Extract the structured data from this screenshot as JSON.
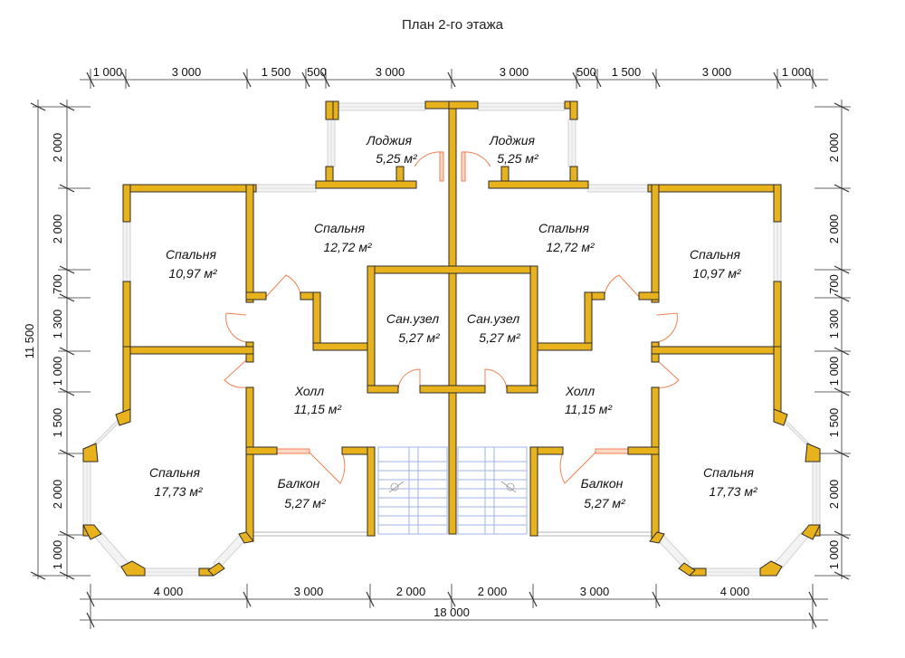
{
  "title": "План 2-го этажа",
  "dims_top": [
    "1 000",
    "3 000",
    "1 500",
    "500",
    "3 000",
    "3 000",
    "500",
    "1 500",
    "3 000",
    "1 000"
  ],
  "dims_bottom": [
    "4 000",
    "3 000",
    "2 000",
    "2 000",
    "3 000",
    "4 000"
  ],
  "dim_total_bottom": "18 000",
  "dims_left": [
    "2 000",
    "2 000",
    "700",
    "1 300",
    "1 000",
    "1 500",
    "2 000",
    "1 000"
  ],
  "dim_total_left": "11 500",
  "dims_right": [
    "2 000",
    "2 000",
    "700",
    "1 300",
    "1 000",
    "1 500",
    "2 000",
    "1 000"
  ],
  "rooms": {
    "loggia_left": {
      "name": "Лоджия",
      "area": "5,25 м²"
    },
    "loggia_right": {
      "name": "Лоджия",
      "area": "5,25 м²"
    },
    "bed_center_left": {
      "name": "Спальня",
      "area": "12,72 м²"
    },
    "bed_center_right": {
      "name": "Спальня",
      "area": "12,72 м²"
    },
    "bed_small_left": {
      "name": "Спальня",
      "area": "10,97 м²"
    },
    "bed_small_right": {
      "name": "Спальня",
      "area": "10,97 м²"
    },
    "bath_left": {
      "name": "Сан.узел",
      "area": "5,27 м²"
    },
    "bath_right": {
      "name": "Сан.узел",
      "area": "5,27 м²"
    },
    "hall_left": {
      "name": "Холл",
      "area": "11,15 м²"
    },
    "hall_right": {
      "name": "Холл",
      "area": "11,15 м²"
    },
    "balcony_left": {
      "name": "Балкон",
      "area": "5,27 м²"
    },
    "balcony_right": {
      "name": "Балкон",
      "area": "5,27 м²"
    },
    "bed_big_left": {
      "name": "Спальня",
      "area": "17,73 м²"
    },
    "bed_big_right": {
      "name": "Спальня",
      "area": "17,73 м²"
    }
  },
  "colors": {
    "wall": "#e8b21c",
    "door": "#f08050",
    "stair": "#9fb6e6",
    "window": "#f3f3f3"
  }
}
